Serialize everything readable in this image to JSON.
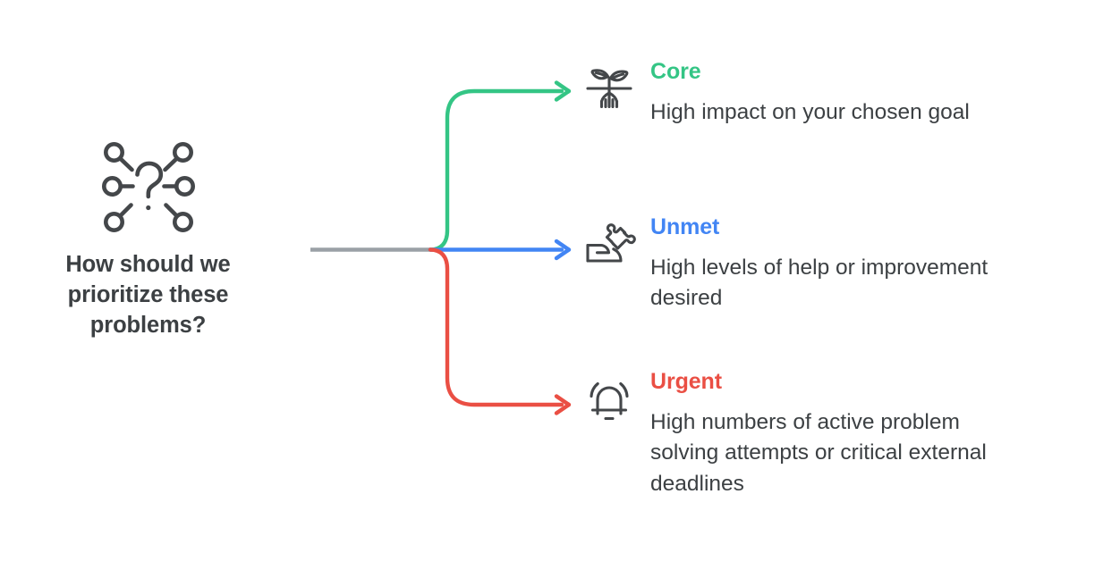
{
  "root": {
    "icon": "question-network-icon",
    "title": "How should we prioritize these problems?"
  },
  "colors": {
    "core": "#34c585",
    "unmet": "#4285f4",
    "urgent": "#ea4f44",
    "trunk": "#9aa0a6",
    "text": "#3c4043",
    "icon_stroke": "#44474a",
    "background": "#ffffff"
  },
  "branches": [
    {
      "id": "core",
      "icon": "seedling-roots-icon",
      "heading": "Core",
      "description": "High impact on your chosen goal",
      "color": "#34c585"
    },
    {
      "id": "unmet",
      "icon": "hand-puzzle-piece-icon",
      "heading": "Unmet",
      "description": "High levels of help or improvement desired",
      "color": "#4285f4"
    },
    {
      "id": "urgent",
      "icon": "ringing-bell-icon",
      "heading": "Urgent",
      "description": "High numbers of active problem solving attempts or critical external deadlines",
      "color": "#ea4f44"
    }
  ]
}
